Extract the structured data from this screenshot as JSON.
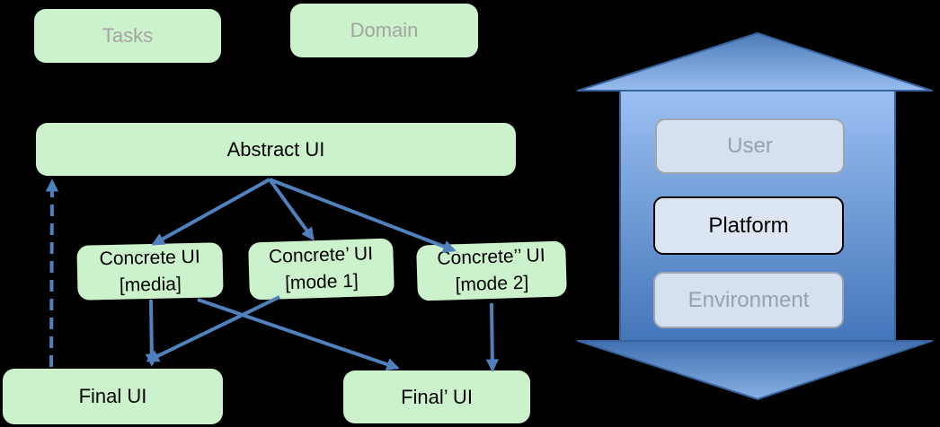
{
  "colors": {
    "background": "#000000",
    "box_green": "#ccf2cb",
    "muted_text": "#a3a3a3",
    "accent_blue": "#4f81bd",
    "big_arrow_outline": "#36639e",
    "big_arrow_light": "#9cc0f2",
    "big_arrow_dark": "#4376ba",
    "side_box_fill": "#d5e1f1",
    "side_box_border": "#9fa6af"
  },
  "diagram": {
    "boxes": {
      "tasks": {
        "label": "Tasks"
      },
      "domain": {
        "label": "Domain"
      },
      "abstract": {
        "label": "Abstract UI"
      },
      "concrete_media": {
        "line1": "Concrete UI",
        "line2": "[media]"
      },
      "concrete_mode1": {
        "line1": "Concrete’ UI",
        "line2": "[mode 1]"
      },
      "concrete_mode2": {
        "line1": "Concrete’’ UI",
        "line2": "[mode 2]"
      },
      "final": {
        "label": "Final UI"
      },
      "final_prime": {
        "label": "Final’ UI"
      }
    },
    "edges": [
      {
        "from": "abstract-ui",
        "to": "concrete-ui-media",
        "style": "solid"
      },
      {
        "from": "abstract-ui",
        "to": "concrete-ui-mode1",
        "style": "solid"
      },
      {
        "from": "abstract-ui",
        "to": "concrete-ui-mode2",
        "style": "solid"
      },
      {
        "from": "concrete-ui-media",
        "to": "final-ui",
        "style": "solid"
      },
      {
        "from": "concrete-ui-mode1",
        "to": "final-ui",
        "style": "solid"
      },
      {
        "from": "concrete-ui-media",
        "to": "final-prime-ui",
        "style": "solid"
      },
      {
        "from": "concrete-ui-mode2",
        "to": "final-prime-ui",
        "style": "solid"
      },
      {
        "from": "final-ui",
        "to": "abstract-ui",
        "style": "dashed"
      }
    ]
  },
  "context_axis": {
    "user": {
      "label": "User"
    },
    "platform": {
      "label": "Platform"
    },
    "environment": {
      "label": "Environment"
    }
  }
}
